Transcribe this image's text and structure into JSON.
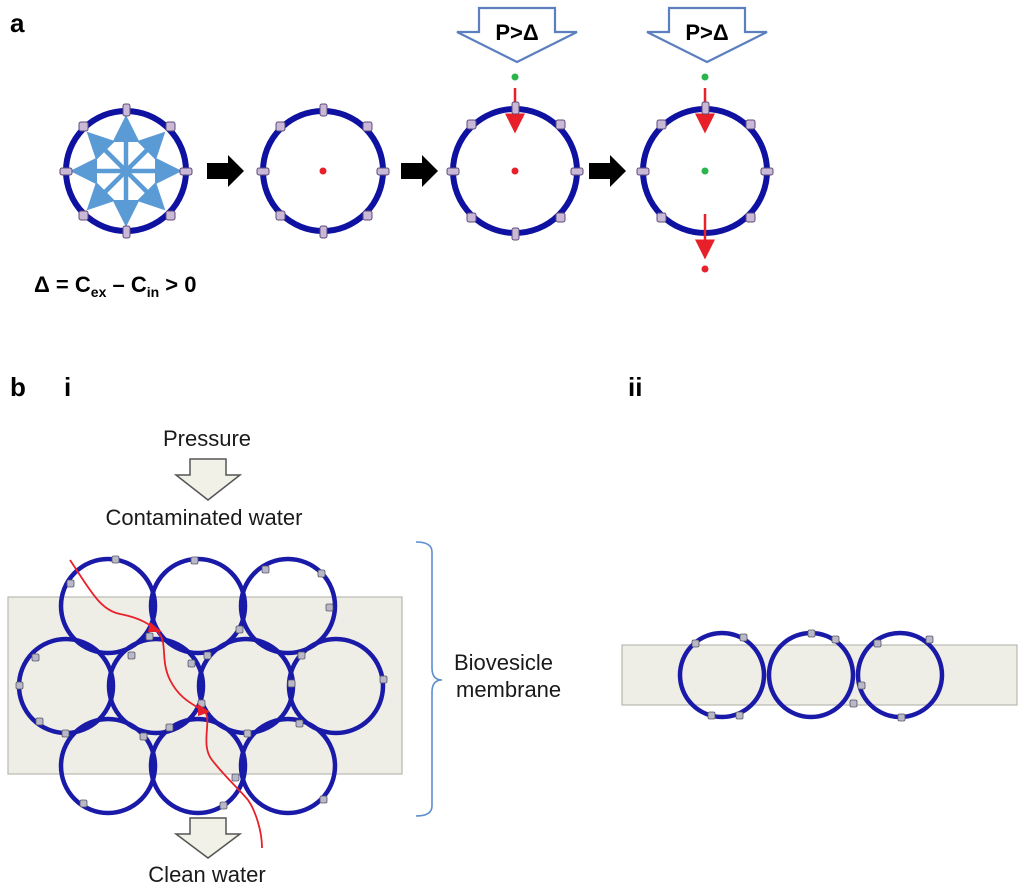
{
  "panel_a": {
    "letter": "a",
    "pressure_box_label": "P>Δ",
    "delta_formula": {
      "lhs": "Δ = C",
      "sub_ex": "ex",
      "minus": " – C",
      "sub_in": "in",
      "rhs": " > 0"
    }
  },
  "panel_b": {
    "letter": "b",
    "sub_i": "i",
    "sub_ii": "ii",
    "pressure_label": "Pressure",
    "contaminated_label": "Contaminated water",
    "clean_label": "Clean water",
    "membrane_label_line1": "Biovesicle",
    "membrane_label_line2": "membrane"
  },
  "colors": {
    "vesicle": "#0f12a0",
    "channel": "#c9b8d6",
    "osmotic_arrow": "#5b9bd5",
    "water_path": "#e8202a",
    "inside_dot": "#e8202a",
    "outside_dot": "#2bb44a",
    "membrane_slab": "#efeee6"
  }
}
